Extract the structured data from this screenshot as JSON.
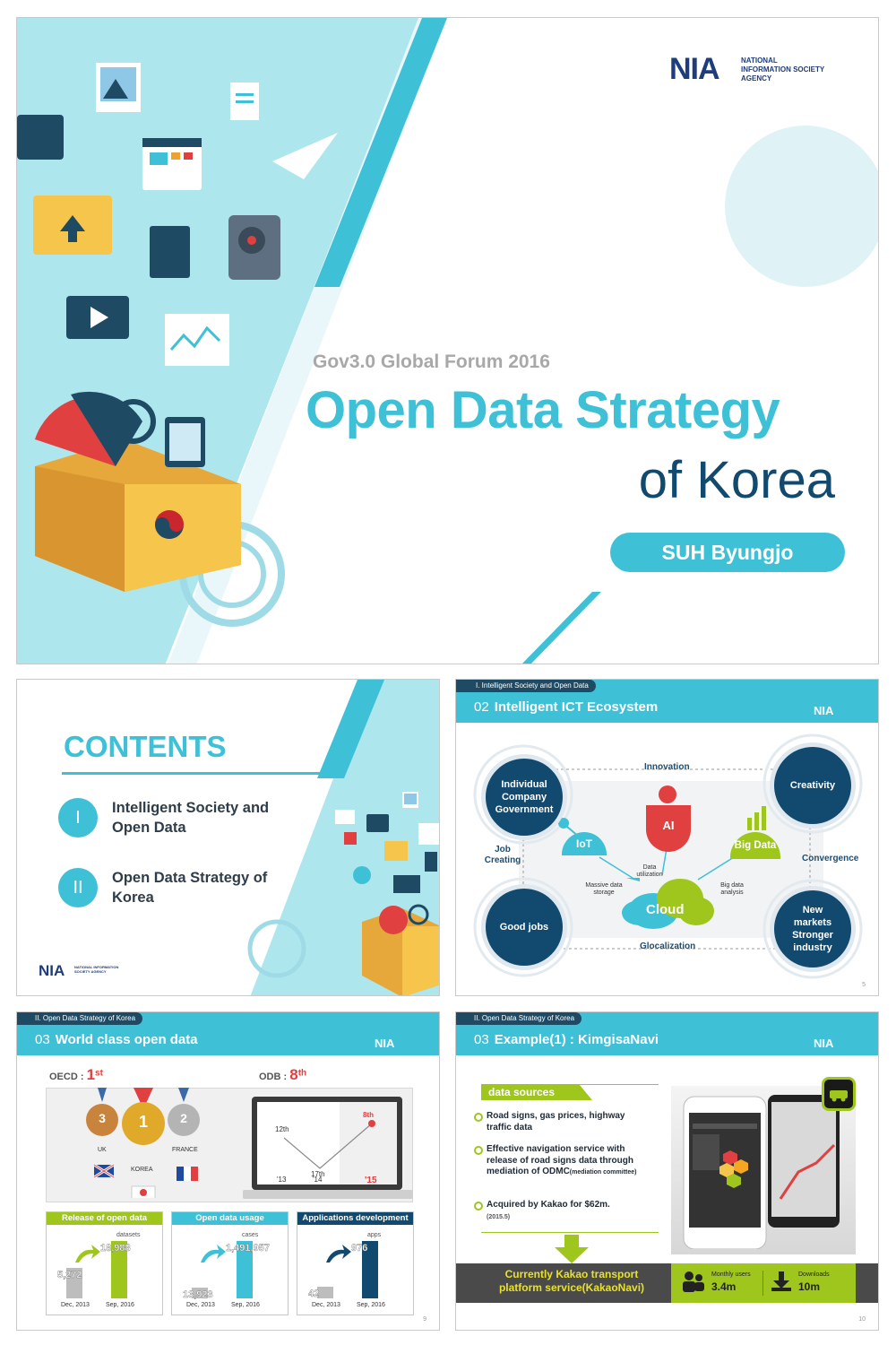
{
  "slide1": {
    "org_short": "NIA",
    "org_full": [
      "NATIONAL",
      "INFORMATION SOCIETY",
      "AGENCY"
    ],
    "event": "Gov3.0 Global Forum 2016",
    "title_line1": "Open Data Strategy",
    "title_line2": "of Korea",
    "presenter": "SUH Byungjo"
  },
  "slide2": {
    "heading": "CONTENTS",
    "items": [
      {
        "numeral": "I",
        "text": "Intelligent Society and Open Data"
      },
      {
        "numeral": "II",
        "text": "Open Data Strategy of Korea"
      }
    ],
    "org_short": "NIA",
    "org_full": "NATIONAL INFORMATION SOCIETY AGENCY"
  },
  "slide3": {
    "section": "I. Intelligent Society and Open Data",
    "number": "02",
    "title": "Intelligent ICT Ecosystem",
    "org_short": "NIA",
    "nodes": {
      "top_left": "Individual Company Government",
      "top_right": "Creativity",
      "bottom_left": "Good jobs",
      "bottom_right": "New markets Stronger industry"
    },
    "flows": {
      "top": "Innovation",
      "left": "Job Creating",
      "right": "Convergence",
      "bottom": "Glocalization"
    },
    "tech": {
      "iot": "IoT",
      "ai": "AI",
      "bigdata": "Big Data",
      "cloud": "Cloud"
    },
    "annotations": {
      "storage": "Massive data storage",
      "utilization": "Data utilization",
      "analysis": "Big data analysis"
    },
    "page": "5"
  },
  "slide4": {
    "section": "II. Open Data Strategy of Korea",
    "number": "03",
    "title": "World class open data",
    "org_short": "NIA",
    "oecd_label": "OECD :",
    "oecd_rank": "1",
    "oecd_suffix": "st",
    "odb_label": "ODB :",
    "odb_rank": "8",
    "odb_suffix": "th",
    "medals": {
      "left": "UK",
      "center": "KOREA",
      "right": "FRANCE"
    },
    "medal_numbers": {
      "gold": "1",
      "silver": "2",
      "bronze": "3"
    },
    "rank_chart": {
      "points": [
        {
          "year": "'13",
          "label": "12th"
        },
        {
          "year": "'14",
          "label": "17th"
        },
        {
          "year": "'15",
          "label": "8th"
        }
      ]
    },
    "boxes": [
      {
        "header": "Release of open data",
        "unit": "datasets",
        "before": "5,272",
        "after": "18,988",
        "before_date": "Dec, 2013",
        "after_date": "Sep, 2016",
        "accent": "#9ec61d"
      },
      {
        "header": "Open data usage",
        "unit": "cases",
        "before": "13,923",
        "after": "1,491,957",
        "before_date": "Dec, 2013",
        "after_date": "Sep, 2016",
        "accent": "#3ec0d6"
      },
      {
        "header": "Applications development",
        "unit": "apps",
        "before": "42",
        "after": "976",
        "before_date": "Dec, 2013",
        "after_date": "Sep, 2016",
        "accent": "#12496e"
      }
    ],
    "chart_data": [
      {
        "type": "bar",
        "title": "Release of open data",
        "categories": [
          "Dec, 2013",
          "Sep, 2016"
        ],
        "values": [
          5272,
          18988
        ],
        "ylabel": "datasets"
      },
      {
        "type": "bar",
        "title": "Open data usage",
        "categories": [
          "Dec, 2013",
          "Sep, 2016"
        ],
        "values": [
          13923,
          1491957
        ],
        "ylabel": "cases"
      },
      {
        "type": "bar",
        "title": "Applications development",
        "categories": [
          "Dec, 2013",
          "Sep, 2016"
        ],
        "values": [
          42,
          976
        ],
        "ylabel": "apps"
      }
    ],
    "page": "9"
  },
  "slide5": {
    "section": "II. Open Data Strategy of Korea",
    "number": "03",
    "title": "Example(1) : KimgisaNavi",
    "org_short": "NIA",
    "sources_heading": "data sources",
    "bullets": [
      "Road signs, gas prices, highway traffic data",
      "Effective navigation service with release of road signs data through mediation of",
      "Acquired by Kakao for $62m."
    ],
    "odmc": "ODMC",
    "odmc_note": "(mediation committee)",
    "acquired_date": "(2015.5)",
    "footer_text": "Currently Kakao transport platform service(KakaoNavi)",
    "monthly_label": "Monthly users",
    "monthly_value": "3.4m",
    "downloads_label": "Downloads",
    "downloads_value": "10m",
    "page": "10"
  }
}
